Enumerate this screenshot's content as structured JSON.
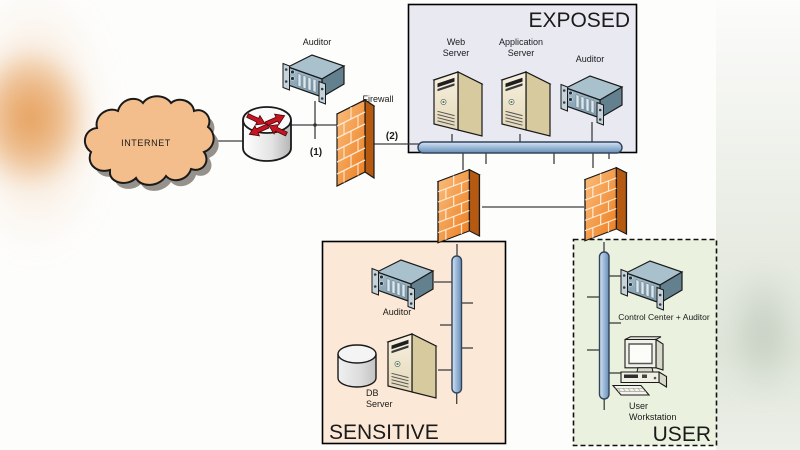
{
  "palette": {
    "zone_exposed_fill": "#E9E9F2",
    "zone_sensitive_fill": "#FBE8D7",
    "zone_user_fill": "#EAF1DE",
    "firewall_orange": "#EF8125",
    "bus_blue": "#9FBCDB",
    "cloud_orange": "#F4BE8C",
    "server_tan": "#EFE8D2",
    "rack_steel_blue": "#8FA8B6",
    "router_arrow_red": "#C81420",
    "connector_line": "#3F3F3F"
  },
  "nodes": {
    "internet": {
      "label": "INTERNET"
    },
    "auditor_top": {
      "label": "Auditor"
    },
    "firewall_main": {
      "label": "Firewall"
    },
    "marker_1": {
      "label": "(1)"
    },
    "marker_2": {
      "label": "(2)"
    }
  },
  "zones": {
    "exposed": {
      "title": "EXPOSED",
      "web_server": {
        "label_line1": "Web",
        "label_line2": "Server"
      },
      "application_server": {
        "label_line1": "Application",
        "label_line2": "Server"
      },
      "auditor": {
        "label": "Auditor"
      }
    },
    "sensitive": {
      "title": "SENSITIVE",
      "auditor": {
        "label": "Auditor"
      },
      "db_server": {
        "label_line1": "DB",
        "label_line2": "Server"
      }
    },
    "user": {
      "title": "USER",
      "control_center": {
        "label": "Control Center + Auditor"
      },
      "workstation": {
        "label_line1": "User",
        "label_line2": "Workstation"
      }
    }
  }
}
